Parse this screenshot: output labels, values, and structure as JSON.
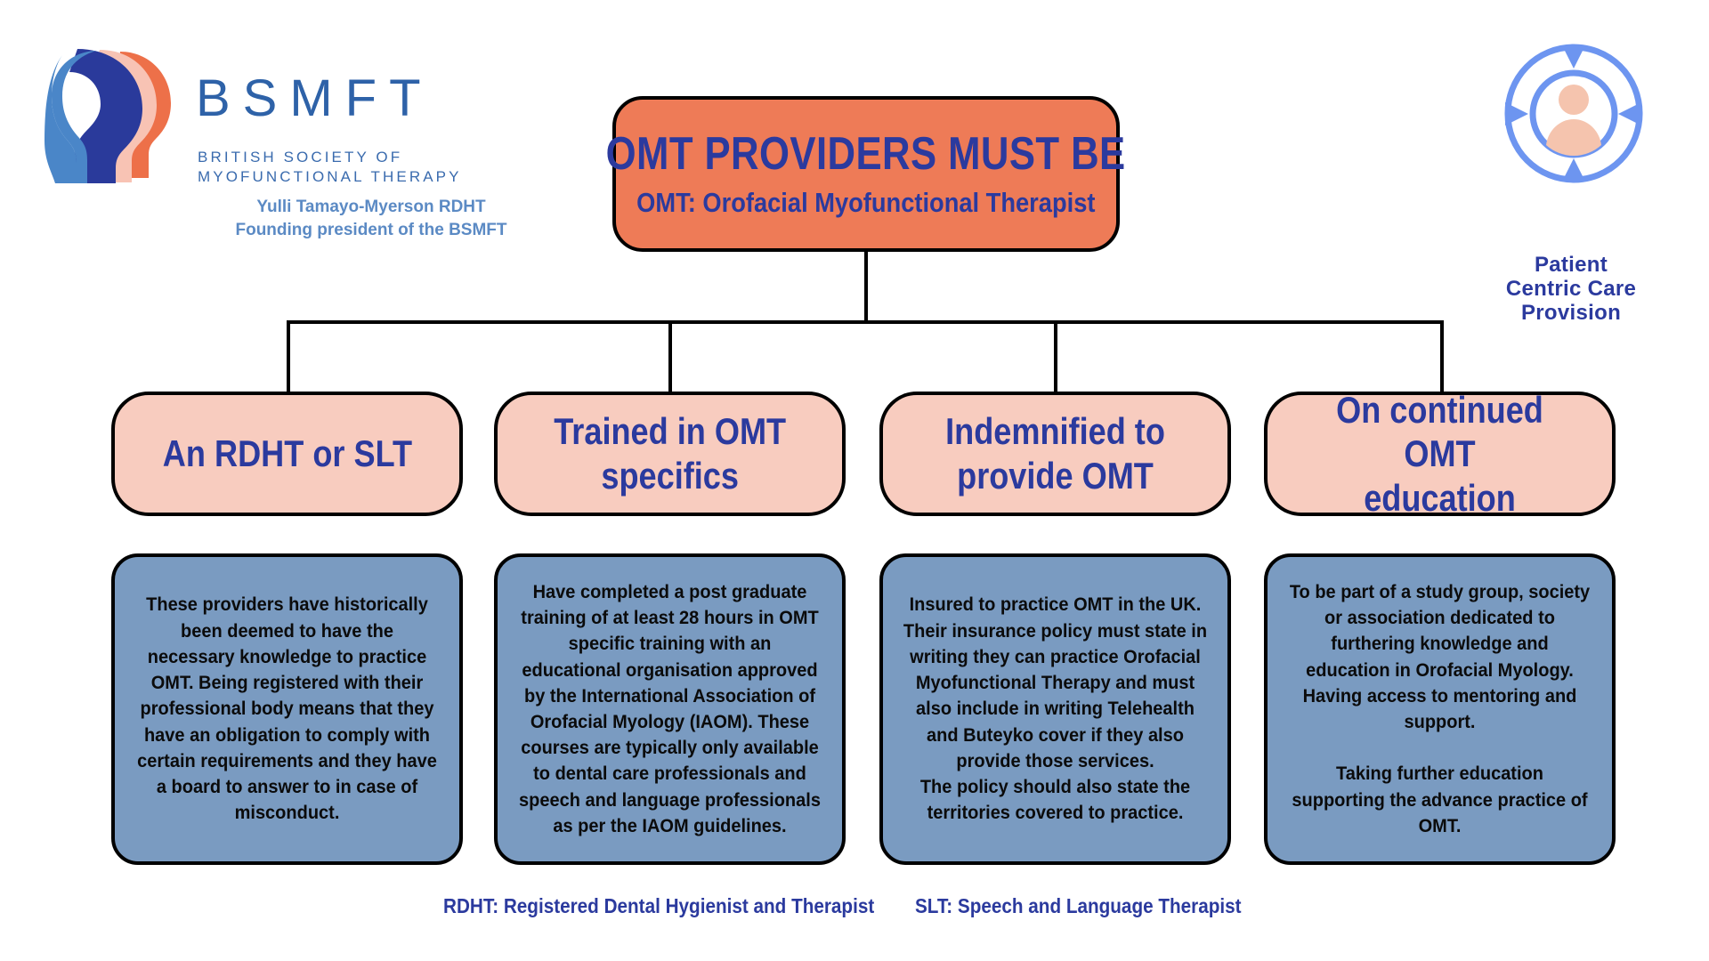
{
  "logo": {
    "wordmark": "BSMFT",
    "subtitle_line1": "BRITISH SOCIETY OF",
    "subtitle_line2": "MYOFUNCTIONAL THERAPY",
    "byline_line1": "Yulli Tamayo-Myerson RDHT",
    "byline_line2": "Founding president of the BSMFT",
    "mark_icon": "three-overlapping-head-profiles-icon",
    "colors": {
      "head_blue_light": "#4A86C8",
      "head_blue_dark": "#2A3A9B",
      "head_pink": "#F8C3B4",
      "head_orange": "#ED7049",
      "wordmark_blue": "#2E62A8"
    }
  },
  "patient_centric": {
    "icon": "circular-arrows-person-icon",
    "caption_line1": "Patient",
    "caption_line2": "Centric Care",
    "caption_line3": "Provision",
    "colors": {
      "arrow_blue": "#6D95F0",
      "person_peach": "#F5C4AE",
      "caption_navy": "#2B3A9E"
    }
  },
  "header": {
    "title": "OMT PROVIDERS MUST BE",
    "subtitle": "OMT: Orofacial Myofunctional Therapist",
    "fill": "#EE7B57",
    "text_color": "#2B3A9E",
    "border": "#000000"
  },
  "columns": [
    {
      "label": "An RDHT or SLT",
      "body": "These providers have historically  been deemed to have the necessary knowledge to practice OMT. Being registered with their professional body means that they have an obligation to comply with certain requirements and they have  a board to answer to in case of misconduct."
    },
    {
      "label": "Trained in OMT\nspecifics",
      "body": "Have completed a post graduate training of at least 28 hours in OMT specific training with an educational organisation approved by the International Association of Orofacial Myology (IAOM). These courses are typically only available to dental care professionals and speech and language professionals as per the IAOM guidelines."
    },
    {
      "label": "Indemnified to\nprovide OMT",
      "body": "Insured to practice OMT in the UK.\nTheir insurance policy must state in writing they can practice Orofacial Myofunctional Therapy and must also include in writing Telehealth and Buteyko cover if they also provide those services.\nThe policy  should also state the territories  covered to practice."
    },
    {
      "label": "On continued OMT\neducation",
      "body": "To be part of a study group, society or association dedicated to furthering knowledge and  education in Orofacial Myology. Having access to mentoring and support.\n\nTaking further education supporting the advance practice of OMT."
    }
  ],
  "footnotes": {
    "rdht": "RDHT: Registered Dental Hygienist and Therapist",
    "slt": "SLT: Speech and Language Therapist"
  },
  "palette": {
    "pink_box": "#F8CCBF",
    "blue_box": "#7A9BC1",
    "navy_text": "#2B3A9E",
    "body_text": "#0B0B0B",
    "connector": "#000000",
    "background": "#FFFFFF"
  }
}
